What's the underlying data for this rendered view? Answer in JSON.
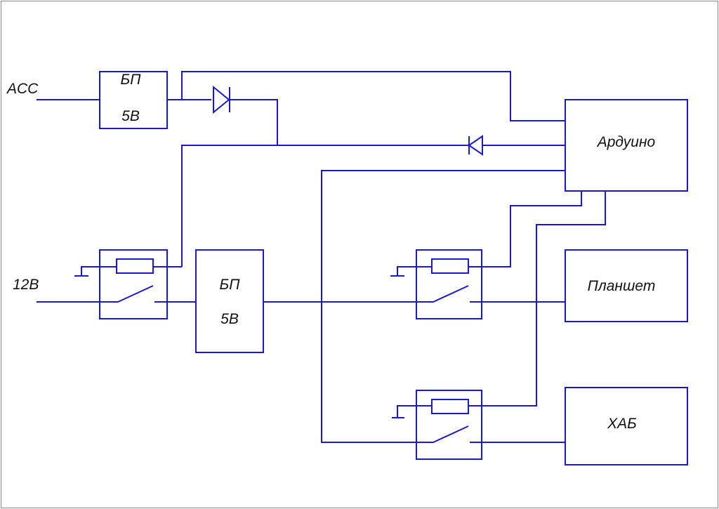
{
  "inputs": {
    "acc": "ACC",
    "v12": "12В"
  },
  "blocks": {
    "psu1": {
      "line1": "БП",
      "line2": "5В"
    },
    "psu2": {
      "line1": "БП",
      "line2": "5В"
    },
    "arduino": "Ардуино",
    "tablet": "Планшет",
    "hub": "ХАБ"
  }
}
